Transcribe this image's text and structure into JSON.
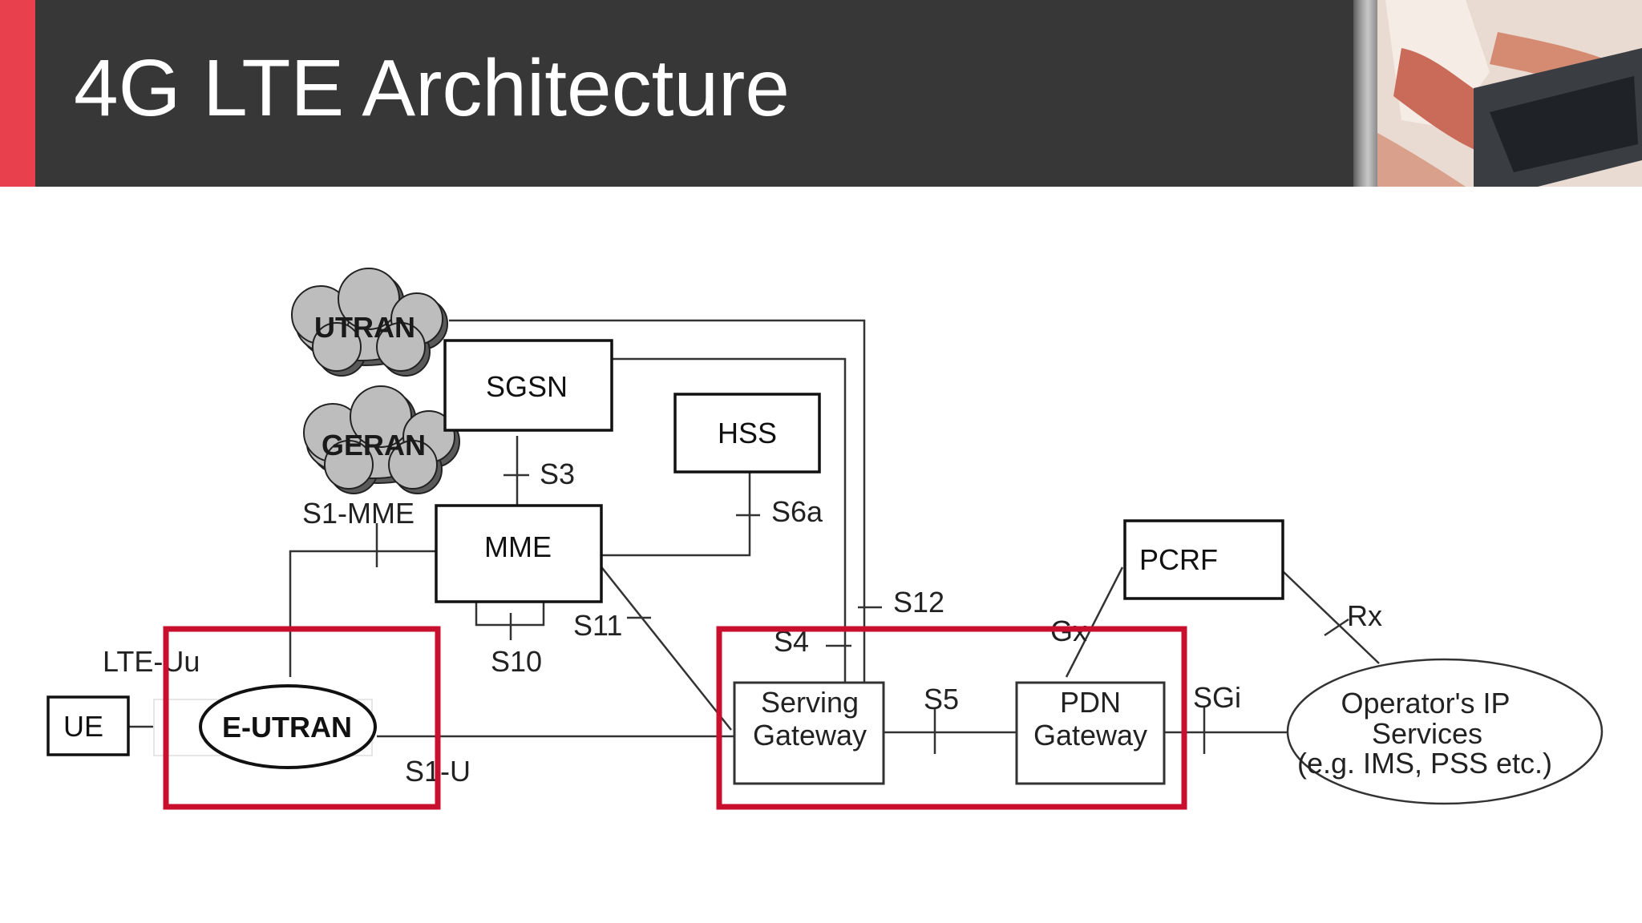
{
  "slide": {
    "title": "4G LTE Architecture"
  },
  "colors": {
    "header_bg": "#373737",
    "accent": "#e8404c",
    "highlight": "#c8102e"
  },
  "diagram": {
    "clouds": {
      "utran": "UTRAN",
      "geran": "GERAN"
    },
    "nodes": {
      "sgsn": "SGSN",
      "hss": "HSS",
      "mme": "MME",
      "pcrf": "PCRF",
      "ue": "UE",
      "eutran": "E-UTRAN",
      "serving_gw_line1": "Serving",
      "serving_gw_line2": "Gateway",
      "pdn_gw_line1": "PDN",
      "pdn_gw_line2": "Gateway",
      "op_services_line1": "Operator's IP",
      "op_services_line2": "Services",
      "op_services_line3": "(e.g. IMS, PSS etc.)"
    },
    "interfaces": {
      "s3": "S3",
      "s6a": "S6a",
      "s1_mme": "S1-MME",
      "s10": "S10",
      "s11": "S11",
      "s12": "S12",
      "s4": "S4",
      "s5": "S5",
      "sgi": "SGi",
      "gx": "Gx",
      "rx": "Rx",
      "lte_uu": "LTE-Uu",
      "s1_u": "S1-U"
    }
  }
}
